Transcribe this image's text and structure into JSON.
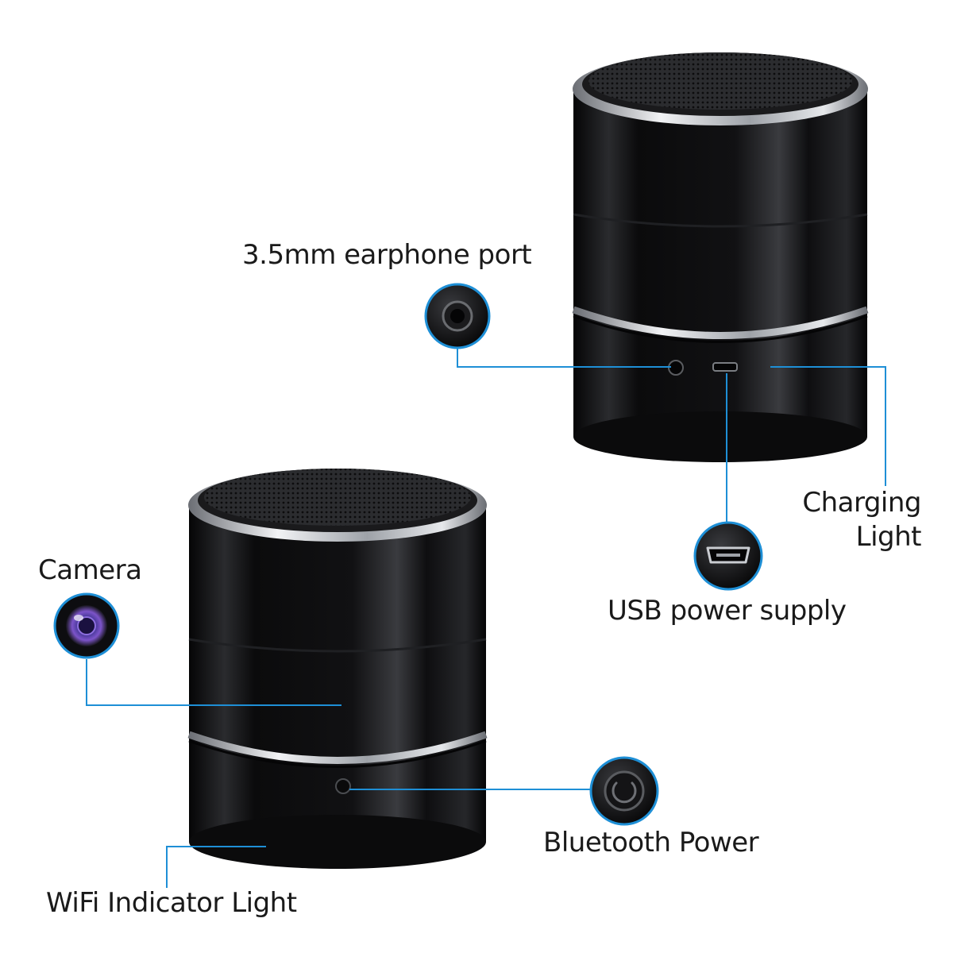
{
  "callouts": {
    "earphone_port": "3.5mm earphone port",
    "charging_light_line1": "Charging",
    "charging_light_line2": "Light",
    "usb_power_supply": "USB power supply",
    "camera": "Camera",
    "bluetooth_power": "Bluetooth Power",
    "wifi_indicator_light": "WiFi Indicator Light"
  },
  "icons": {
    "earphone_jack": "earphone-jack-icon",
    "usb_port": "usb-port-icon",
    "camera_lens": "camera-lens-icon",
    "bluetooth_button": "power-button-icon"
  },
  "colors": {
    "background": "#ffffff",
    "callout_line": "#1e8fd6",
    "device_body": "#0d0d0e",
    "chrome_ring": "#c9ccd1",
    "text": "#1a1a1a"
  }
}
